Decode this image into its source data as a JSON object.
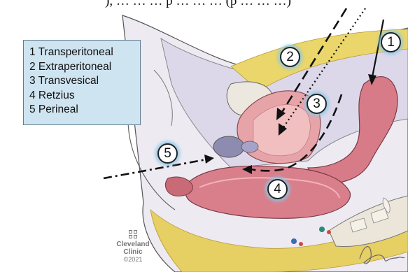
{
  "header_fragment": "), … … … p … … … (p … … …)",
  "legend": {
    "items": [
      "1 Transperitoneal",
      "2 Extraperitoneal",
      "3 Transvesical",
      "4 Retzius",
      "5 Perineal"
    ]
  },
  "approach_markers": [
    "1",
    "2",
    "3",
    "4",
    "5"
  ],
  "logo": {
    "line1": "Cleveland",
    "line2": "Clinic",
    "year": "©2021"
  },
  "colors": {
    "legend_bg": "#cfe4f1",
    "marker_glow": "#8cc8e6",
    "bowel": "#d77b88",
    "fat": "#e8d56a",
    "bladder": "#e6a3a8",
    "peritoneum": "#d8d6e8"
  }
}
